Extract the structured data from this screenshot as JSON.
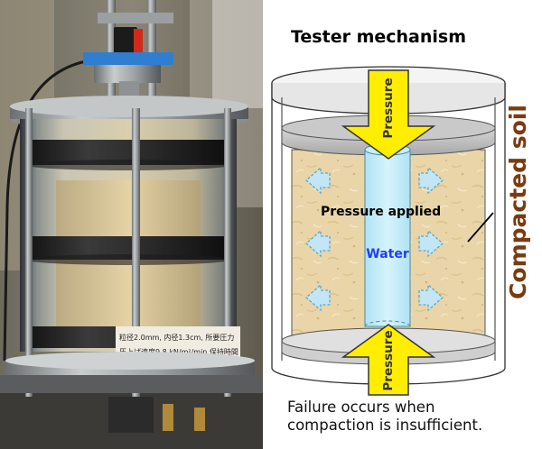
{
  "diagram": {
    "title": "Tester mechanism",
    "soil_label": "Compacted soil",
    "pressure_applied": "Pressure applied",
    "water_label": "Water",
    "pressure_top": "Pressure",
    "pressure_bottom": "Pressure",
    "caption_line1": "Failure occurs when",
    "caption_line2": "compaction is insufficient."
  },
  "photo": {
    "label_line1": "粒径2.0mm, 内径1.3cm, 所要圧力",
    "label_line2": "圧上げ速度9.8 kN/m²/min 保持時間"
  },
  "colors": {
    "arrow_yellow": "#ffee00",
    "soil": "#e8d3a6",
    "water": "#bdeaf8",
    "soil_label": "#7a3b10",
    "water_text": "#1e3ff0"
  }
}
